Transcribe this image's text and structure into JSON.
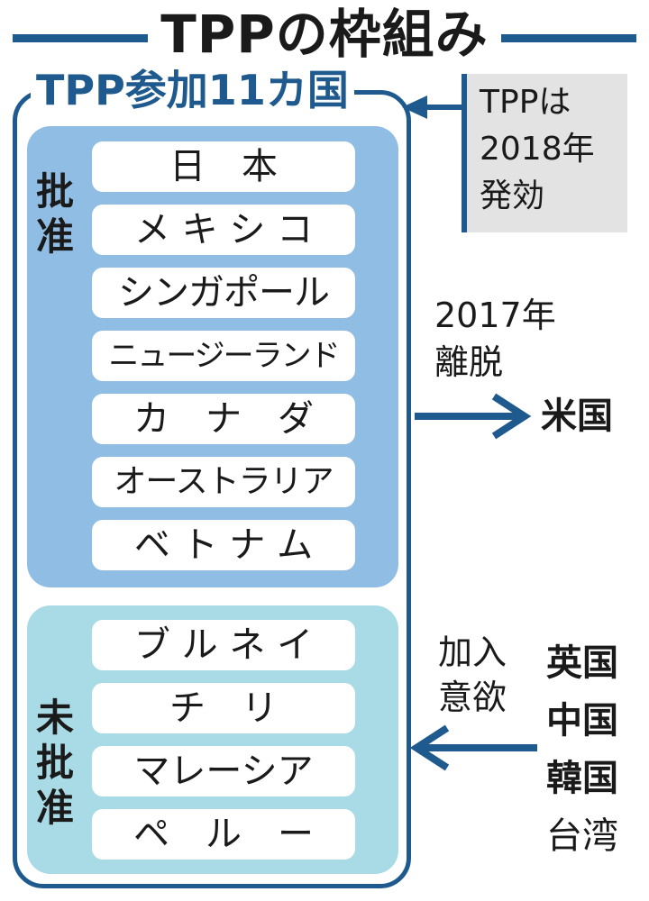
{
  "title": "TPPの枠組み",
  "frame_label": "TPP参加11カ国",
  "ratified": {
    "label": "批准",
    "countries": [
      "日　本",
      "メ キ シ コ",
      "シンガポール",
      "ニュージーランド",
      "カ　ナ　ダ",
      "オーストラリア",
      "ベ ト ナ ム"
    ]
  },
  "unratified": {
    "label": "未批准",
    "countries": [
      "ブ ル ネ イ",
      "チ　リ",
      "マレーシア",
      "ペ　ル　ー"
    ]
  },
  "callout": {
    "lines": [
      "TPPは",
      "2018年",
      "発効"
    ]
  },
  "withdrawal": {
    "year": "2017年",
    "action": "離脱",
    "country": "米国"
  },
  "accession": {
    "label_line1": "加入",
    "label_line2": "意欲",
    "countries": [
      "英国",
      "中国",
      "韓国",
      "台湾"
    ]
  },
  "colors": {
    "accent": "#1f5a8f",
    "ratified_bg": "#8fbde3",
    "unratified_bg": "#a8dbe5",
    "callout_bg": "#e3e3e3"
  }
}
